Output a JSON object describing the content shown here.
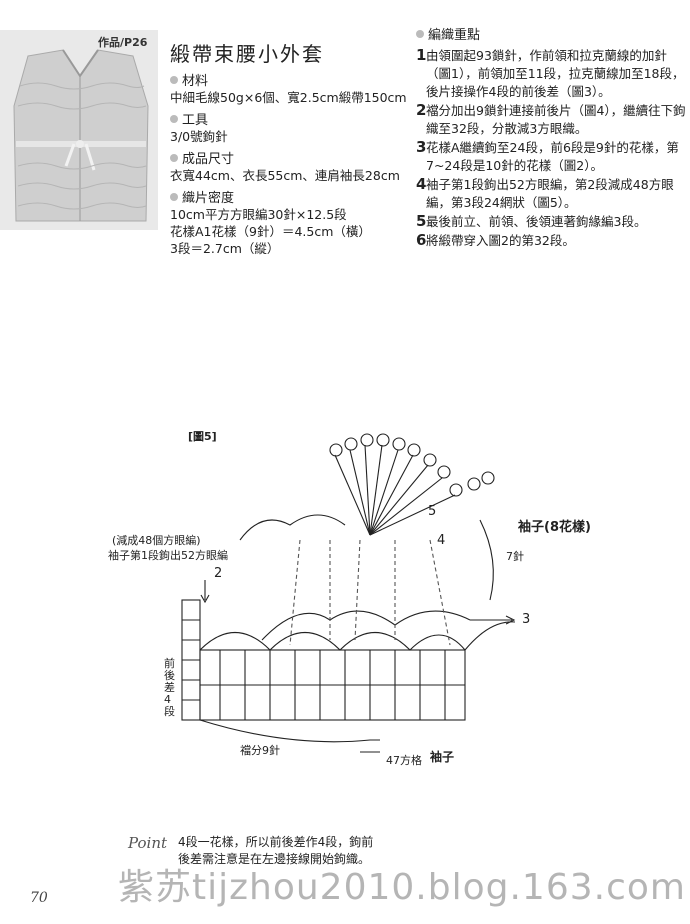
{
  "header": {
    "work_tag": "作品/P26",
    "title": "緞帶束腰小外套"
  },
  "materials": {
    "label": "材料",
    "value": "中細毛線50g×6個、寬2.5cm緞帶150cm"
  },
  "tools": {
    "label": "工具",
    "value": "3/0號鉤針"
  },
  "size": {
    "label": "成品尺寸",
    "value": "衣寬44cm、衣長55cm、連肩袖長28cm"
  },
  "gauge": {
    "label": "織片密度",
    "lines": [
      "10cm平方方眼編30針×12.5段",
      "花樣A1花樣（9針）＝4.5cm（橫）",
      "3段＝2.7cm（縱）"
    ]
  },
  "points": {
    "label": "編織重點",
    "steps": [
      {
        "num": "1",
        "text": "由領圍起93鎖針，作前領和拉克蘭線的加針（圖1），前領加至11段，拉克蘭線加至18段，後片接操作4段的前後差（圖3）。"
      },
      {
        "num": "2",
        "text": "襠分加出9鎖針連接前後片（圖4），繼續往下鉤織至32段，分散減3方眼織。"
      },
      {
        "num": "3",
        "text": "花樣A繼續鉤至24段，前6段是9針的花樣，第7~24段是10針的花樣（圖2）。"
      },
      {
        "num": "4",
        "text": "袖子第1段鉤出52方眼編，第2段減成48方眼編，第3段24網狀（圖5）。"
      },
      {
        "num": "5",
        "text": "最後前立、前領、後領連著鉤緣編3段。"
      },
      {
        "num": "6",
        "text": "將緞帶穿入圖2的第32段。"
      }
    ]
  },
  "diagram": {
    "fig_label": "[圖5]",
    "note_decrease": "(減成48個方眼編)",
    "note_row1": "袖子第1段鉤出52方眼編",
    "front_back_diff": "前後差4段",
    "gusset": "襠分9針",
    "squares": "47方格",
    "sleeve": "袖子",
    "sleeve_pattern": "袖子(8花樣)",
    "stitches_7": "7針",
    "row_2": "2",
    "row_3": "3",
    "row_4": "4",
    "row_5": "5"
  },
  "point_note": {
    "word": "Point",
    "lines": [
      "4段一花樣，所以前後差作4段，鉤前",
      "後差需注意是在左邊接線開始鉤織。"
    ]
  },
  "page_number": "70",
  "watermark": "紫苏tijzhou2010.blog.163.com"
}
